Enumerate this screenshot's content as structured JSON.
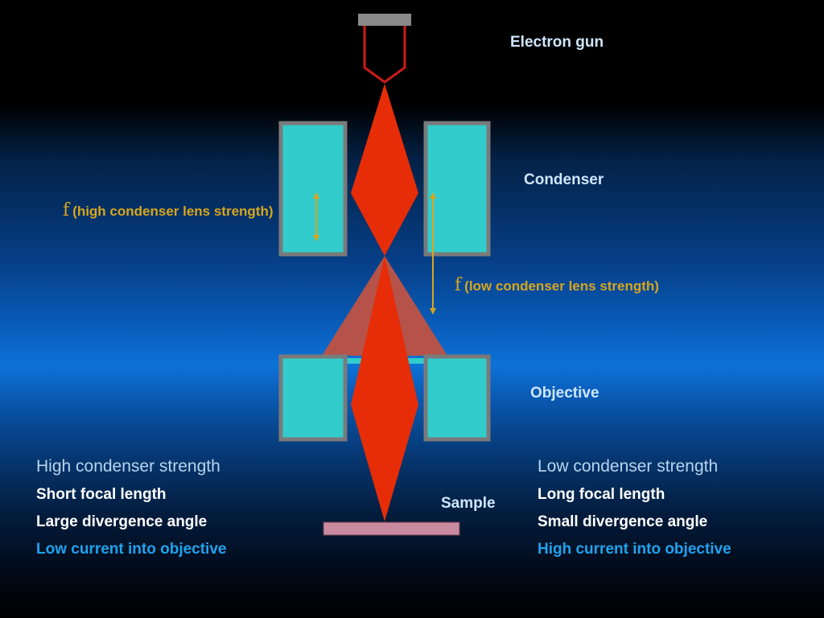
{
  "labels": {
    "electron_gun": "Electron gun",
    "condenser": "Condenser",
    "objective": "Objective",
    "sample": "Sample"
  },
  "focal": {
    "symbol": "f",
    "high": "(high condenser lens strength)",
    "low": "(low condenser lens strength)"
  },
  "left_column": {
    "heading": "High condenser strength",
    "items": [
      "Short focal length",
      "Large divergence angle",
      "Low current into objective"
    ]
  },
  "right_column": {
    "heading": "Low condenser strength",
    "items": [
      "Long focal length",
      "Small divergence angle",
      "High current into objective"
    ]
  },
  "colors": {
    "beam": "#e62d08",
    "lens_fill": "#33cccc",
    "lens_frame": "#7a7a7a",
    "divergent_cone": "#b5534a",
    "sample": "#c98a9f",
    "focal_marker": "#d9a51c",
    "filament": "#cc1a1a"
  }
}
